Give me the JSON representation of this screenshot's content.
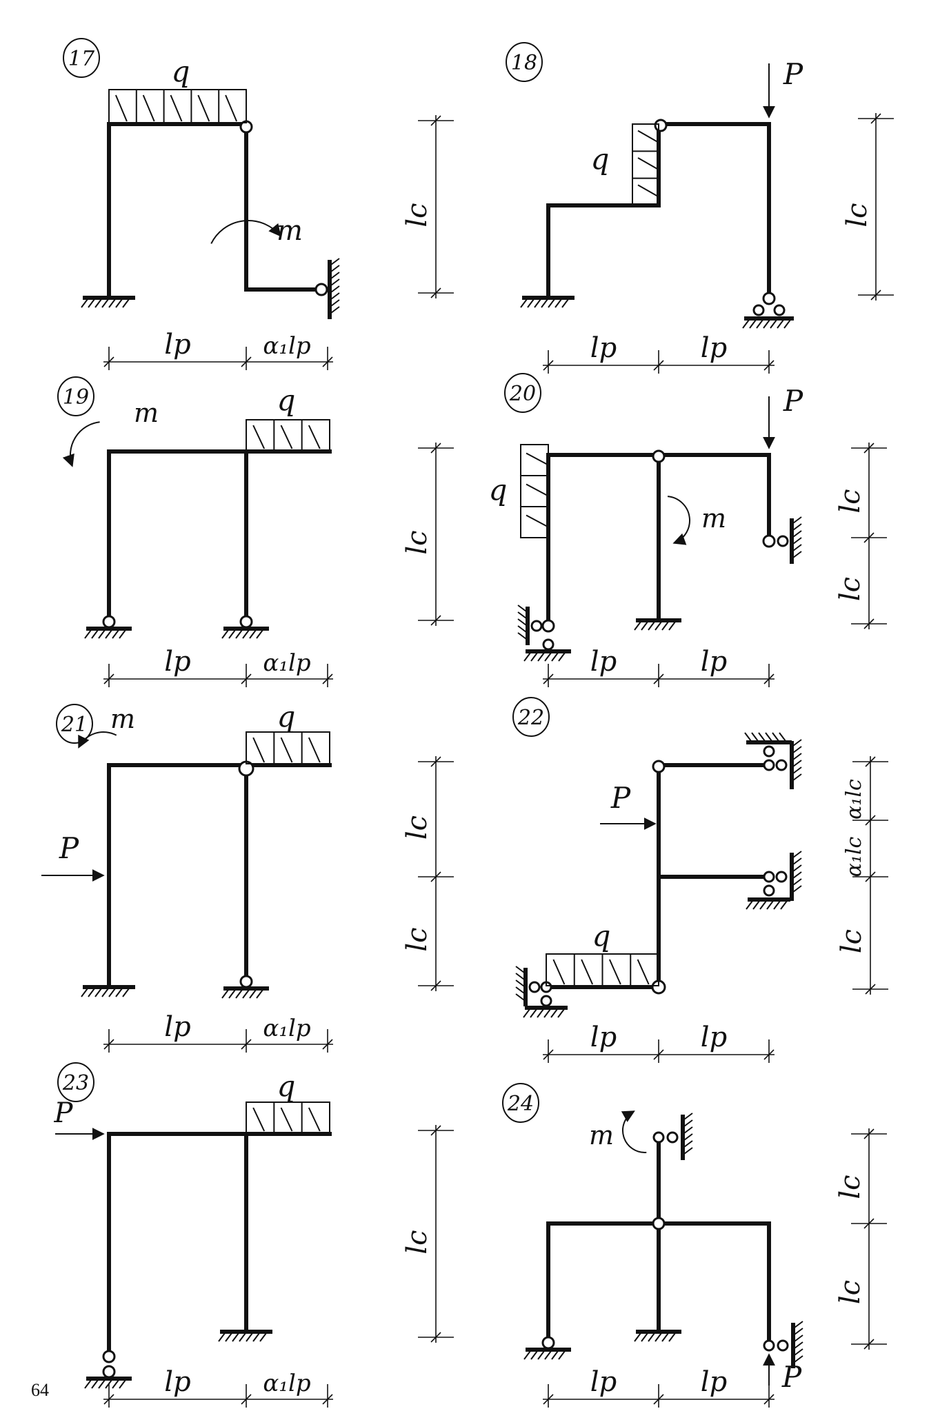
{
  "page_number": "64",
  "labels": {
    "q": "q",
    "P": "P",
    "m": "m",
    "lp": "lp",
    "lc": "lc",
    "a1lp": "α₁lp",
    "a1lc": "α₁lc"
  },
  "schemes": [
    {
      "number": "17"
    },
    {
      "number": "18"
    },
    {
      "number": "19"
    },
    {
      "number": "20"
    },
    {
      "number": "21"
    },
    {
      "number": "22"
    },
    {
      "number": "23"
    },
    {
      "number": "24"
    }
  ]
}
